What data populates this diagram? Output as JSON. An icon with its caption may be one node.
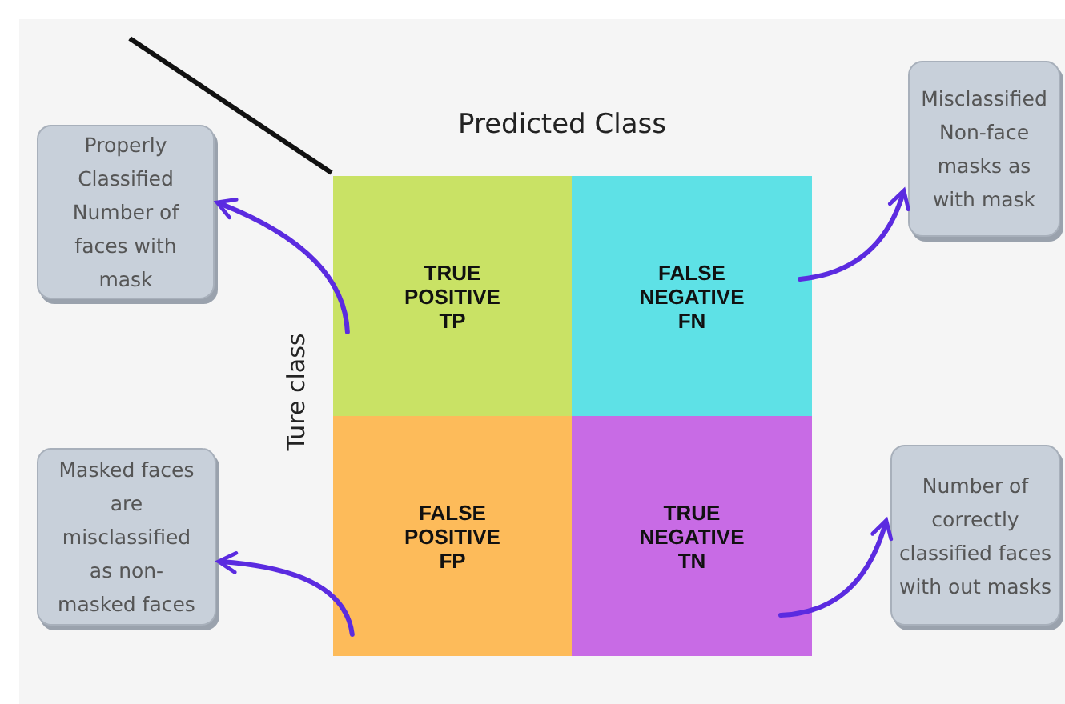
{
  "diagram": {
    "nodes": [
      {
        "text": [
          "TRUE POSITIVE TP"
        ]
      },
      {
        "text": [
          "FALSE NEGATIVE FN"
        ]
      },
      {
        "text": [
          "FALSE POSITIVE FP"
        ]
      },
      {
        "text": [
          "TRUE NEGATIVE TN"
        ]
      },
      {
        "text": [
          "Properly Classified Number of faces with mask"
        ]
      },
      {
        "text": [
          "Misclassified Non-face masks as with mask"
        ]
      },
      {
        "text": [
          "Masked faces are misclassified as non- masked faces"
        ]
      },
      {
        "text": [
          "Number  of correctly classified faces with out masks"
        ]
      }
    ],
    "edges": [
      {
        "from": 0,
        "to": 4,
        "arrow": "to"
      },
      {
        "from": 1,
        "to": 5,
        "arrow": "to"
      },
      {
        "from": 2,
        "to": 6,
        "arrow": "to"
      },
      {
        "from": 3,
        "to": 7,
        "arrow": "to"
      }
    ],
    "labels": [
      "Predicted Class",
      "Ture class"
    ]
  }
}
